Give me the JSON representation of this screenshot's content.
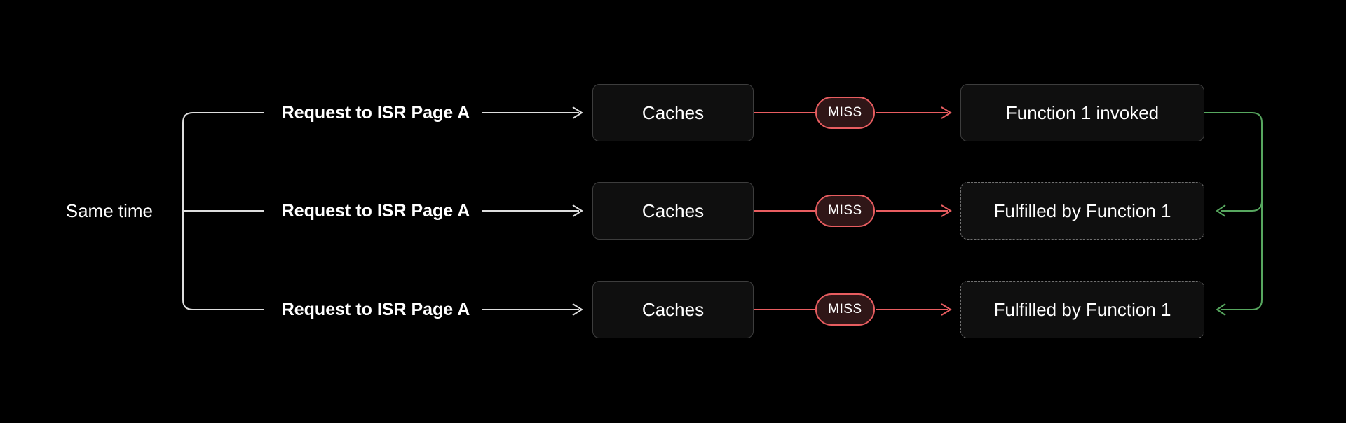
{
  "diagram": {
    "same_time_label": "Same time",
    "rows": [
      {
        "request_label": "Request to ISR Page A",
        "cache_label": "Caches",
        "badge_label": "MISS",
        "result_label": "Function 1 invoked",
        "result_border": "solid"
      },
      {
        "request_label": "Request to ISR Page A",
        "cache_label": "Caches",
        "badge_label": "MISS",
        "result_label": "Fulfilled by Function 1",
        "result_border": "dashed"
      },
      {
        "request_label": "Request to ISR Page A",
        "cache_label": "Caches",
        "badge_label": "MISS",
        "result_label": "Fulfilled by Function 1",
        "result_border": "dashed"
      }
    ],
    "colors": {
      "page_bg": "#000000",
      "box_bg": "#0f0f0f",
      "box_border": "#3d3d3d",
      "dashed_border": "#707070",
      "wire": "#dedede",
      "red": "#e85d60",
      "badge_bg": "#2f1617",
      "green": "#57a75f",
      "text": "#ffffff"
    }
  }
}
